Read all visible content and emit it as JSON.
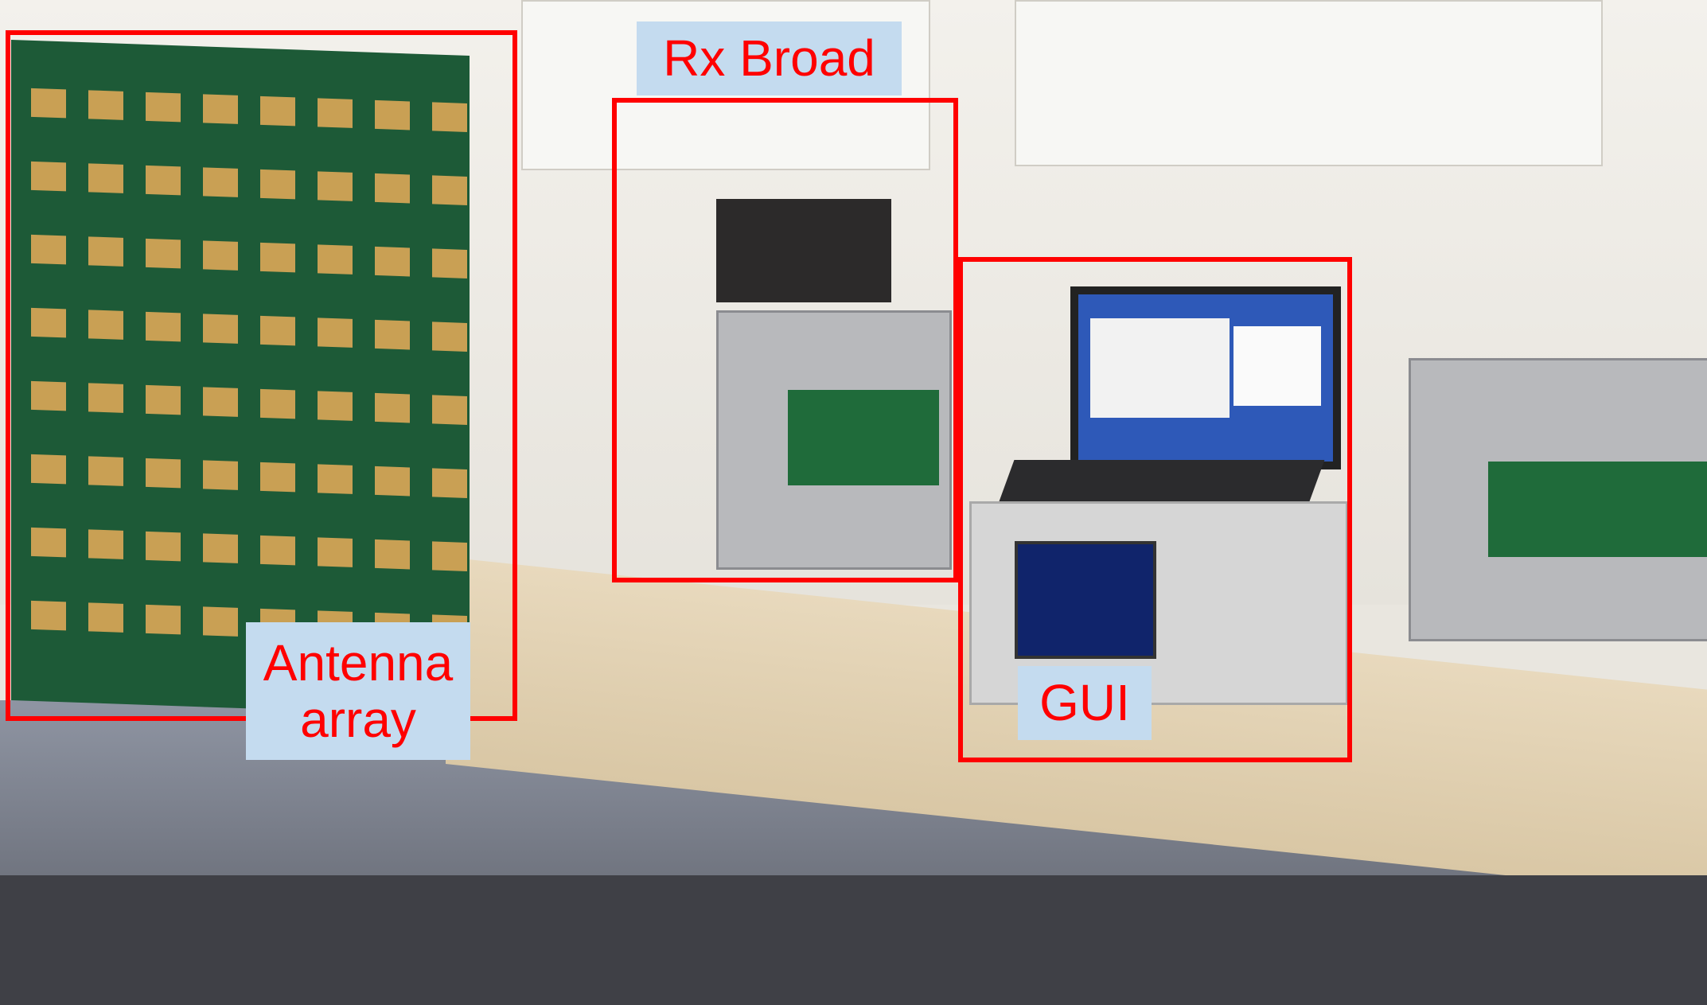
{
  "annotations": [
    {
      "id": "antenna",
      "label": "Antenna array",
      "line1": "Antenna",
      "line2": "array"
    },
    {
      "id": "rx",
      "label": "Rx Broad"
    },
    {
      "id": "gui",
      "label": "GUI"
    }
  ],
  "colors": {
    "box": "#ff0000",
    "label_bg": "#c4dbef",
    "label_text": "#ff0000"
  }
}
